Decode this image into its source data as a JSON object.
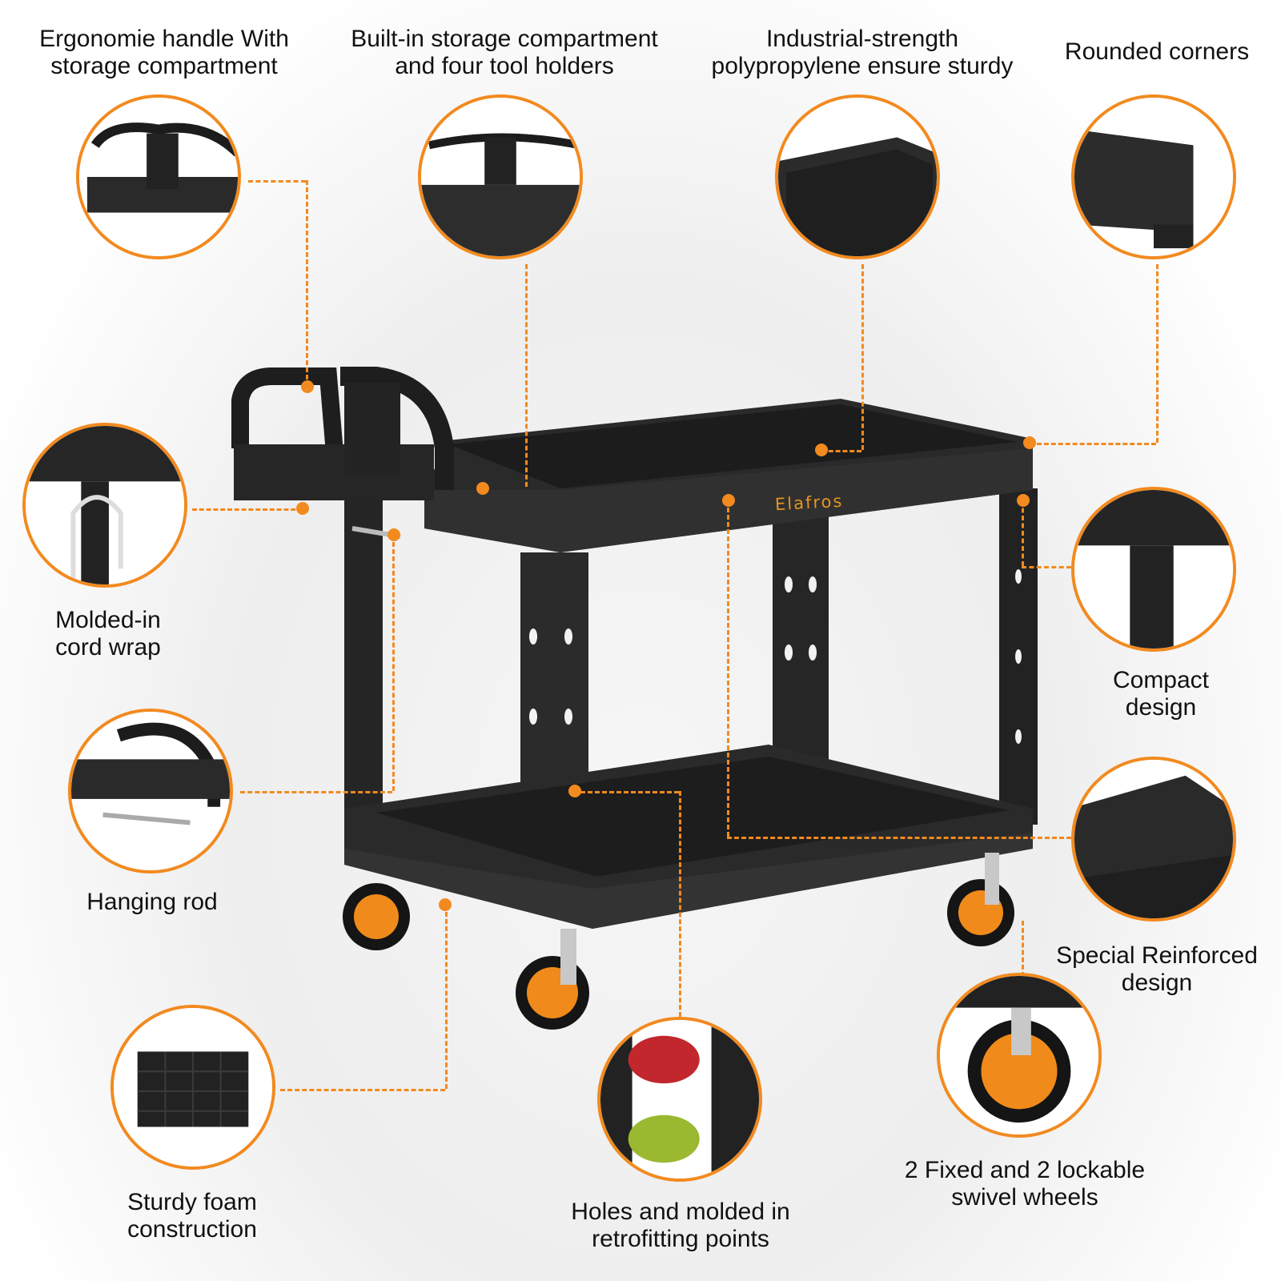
{
  "brand": "Elafros",
  "colors": {
    "accent": "#f28a1f",
    "cart": "#1f1f1f",
    "wheel": "#f08a1a"
  },
  "features": [
    {
      "id": "handle",
      "text": "Ergonomie handle With\nstorage compartment",
      "icon": "handle-compartment-detail"
    },
    {
      "id": "storage",
      "text": "Built-in storage compartment\nand four tool holders",
      "icon": "tool-holder-detail"
    },
    {
      "id": "polypropylene",
      "text": "Industrial-strength\npolypropylene ensure sturdy",
      "icon": "tray-edge-detail"
    },
    {
      "id": "corners",
      "text": "Rounded corners",
      "icon": "rounded-corner-detail"
    },
    {
      "id": "cord",
      "text": "Molded-in\ncord wrap",
      "icon": "cord-wrap-detail"
    },
    {
      "id": "compact",
      "text": "Compact\ndesign",
      "icon": "compact-leg-detail"
    },
    {
      "id": "rod",
      "text": "Hanging rod",
      "icon": "hanging-rod-detail"
    },
    {
      "id": "reinforced",
      "text": "Special Reinforced\ndesign",
      "icon": "reinforced-shelf-detail"
    },
    {
      "id": "foam",
      "text": "Sturdy foam\nconstruction",
      "icon": "underside-grid-detail"
    },
    {
      "id": "holes",
      "text": "Holes and molded in\nretrofitting points",
      "icon": "wire-spools-detail"
    },
    {
      "id": "wheels",
      "text": "2 Fixed and 2 lockable\nswivel wheels",
      "icon": "caster-wheel-detail"
    }
  ]
}
